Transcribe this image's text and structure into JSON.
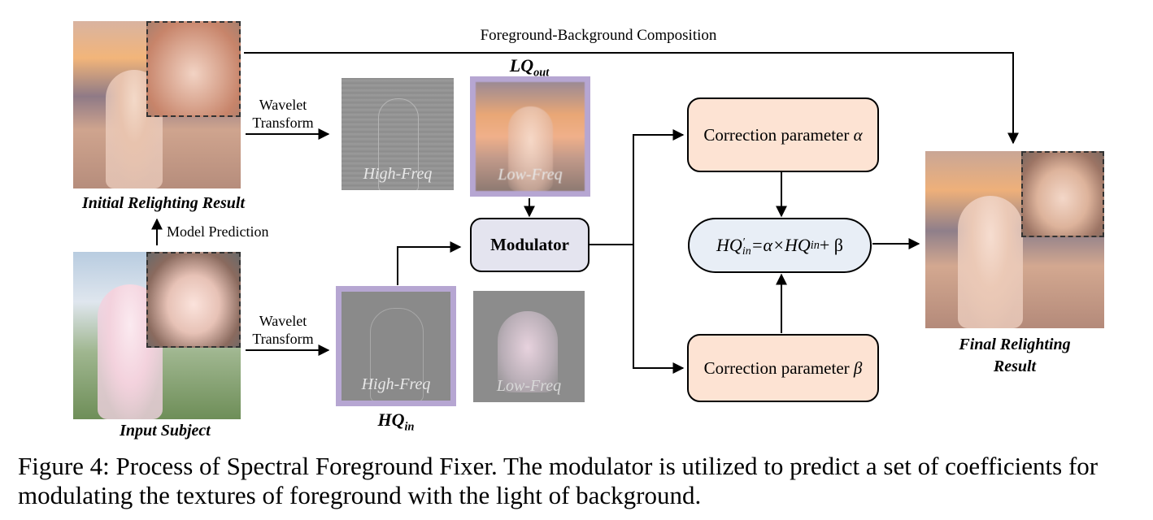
{
  "figure": {
    "caption": "Figure 4: Process of Spectral Foreground Fixer. The modulator is utilized to predict a set of coefficients for modulating the textures of foreground with the light of background."
  },
  "labels": {
    "composition": "Foreground-Background Composition",
    "initial_result": "Initial Relighting Result",
    "model_prediction": "Model Prediction",
    "input_subject": "Input Subject",
    "wavelet_top_line1": "Wavelet",
    "wavelet_top_line2": "Transform",
    "wavelet_bottom_line1": "Wavelet",
    "wavelet_bottom_line2": "Transform",
    "lq_out_main": "LQ",
    "lq_out_sub": "out",
    "hq_in_main": "HQ",
    "hq_in_sub": "in",
    "high_freq_top": "High-Freq",
    "low_freq_top": "Low-Freq",
    "high_freq_bottom": "High-Freq",
    "low_freq_bottom": "Low-Freq",
    "final_result_line1": "Final Relighting",
    "final_result_line2": "Result"
  },
  "boxes": {
    "modulator": "Modulator",
    "corr_alpha_text": "Correction parameter",
    "corr_alpha_sym": "α",
    "corr_beta_text": "Correction parameter",
    "corr_beta_sym": "β",
    "eq_lhs": "HQ",
    "eq_lhs_sup": "′",
    "eq_lhs_sub": "in",
    "eq_mid": "=α×HQ",
    "eq_mid_sub": "in",
    "eq_rhs": " + β"
  },
  "colors": {
    "purple_frame": "#b6a6d2",
    "correction_fill": "#fde3d3",
    "modulator_fill": "#e4e4ef",
    "equation_fill": "#e8eef6"
  }
}
